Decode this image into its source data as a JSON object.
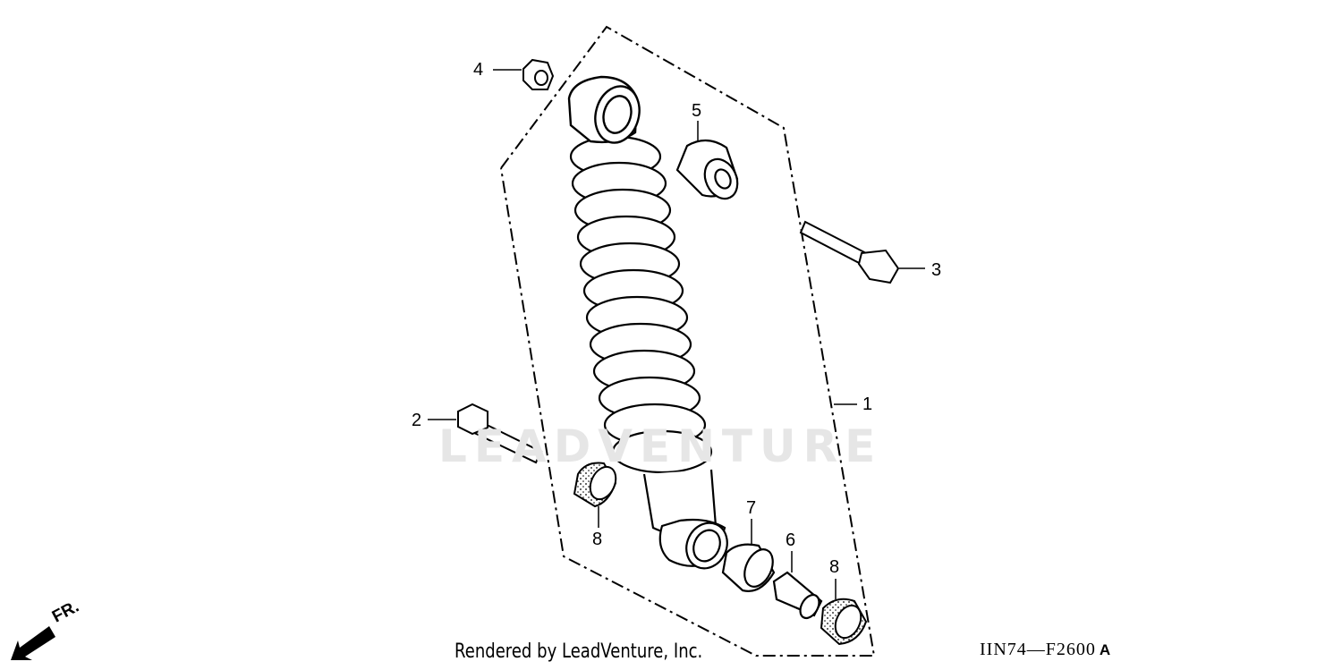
{
  "watermark": "LEADVENTURE",
  "credit": "Rendered by LeadVenture, Inc.",
  "diagram_code": "IIN74—F2600",
  "diagram_code_suffix": "A",
  "direction_label": "FR.",
  "callouts": {
    "c1": "1",
    "c2": "2",
    "c3": "3",
    "c4": "4",
    "c5": "5",
    "c6": "6",
    "c7": "7",
    "c8a": "8",
    "c8b": "8"
  }
}
